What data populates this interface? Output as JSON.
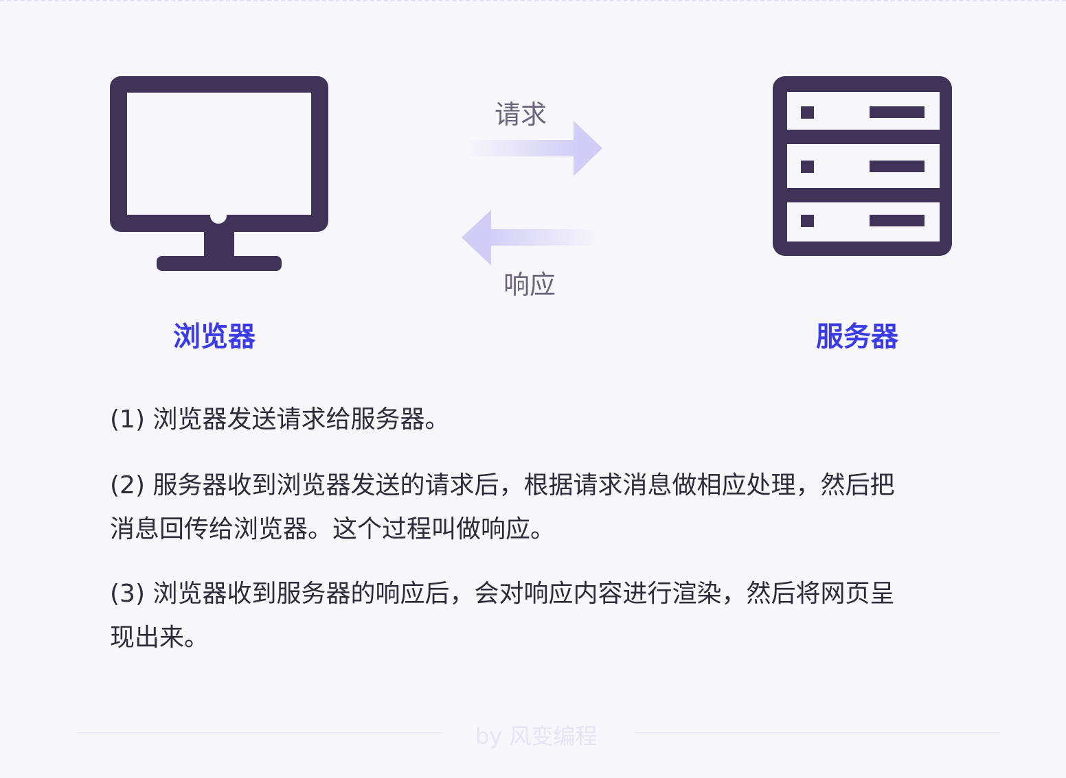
{
  "browser_label": "浏览器",
  "server_label": "服务器",
  "request_label": "请求",
  "response_label": "响应",
  "steps": [
    "(1) 浏览器发送请求给服务器。",
    "(2) 服务器收到浏览器发送的请求后，根据请求消息做相应处理，然后把消息回传给浏览器。这个过程叫做响应。",
    "(3) 浏览器收到服务器的响应后，会对响应内容进行渲染，然后将网页呈现出来。"
  ],
  "footer": "by 风变编程",
  "colors": {
    "icon": "#3f3358",
    "label": "#3c3ce6",
    "arrow": "#d2cdf6"
  }
}
